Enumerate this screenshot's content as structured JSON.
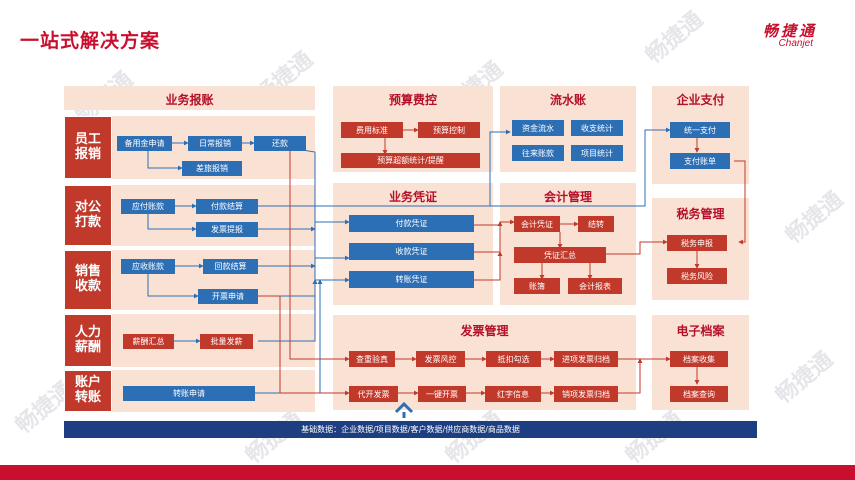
{
  "title": "一站式解决方案",
  "logo": {
    "cn": "畅捷通",
    "en": "Chanjet"
  },
  "watermark": "畅捷通",
  "lanes": [
    "员工\n报销",
    "对公\n打款",
    "销售\n收款",
    "人力\n薪酬",
    "账户\n转账"
  ],
  "panels": {
    "reimburse": "业务报账",
    "budget": "预算费控",
    "flow": "流水账",
    "pay": "企业支付",
    "voucher": "业务凭证",
    "accounting": "会计管理",
    "tax": "税务管理",
    "invoice": "发票管理",
    "archive": "电子档案"
  },
  "nodes": {
    "standby_apply": "备用金申请",
    "daily_reimb": "日常报销",
    "repay": "还款",
    "travel_reimb": "差旅报销",
    "payable": "应付账款",
    "pay_settle": "付款结算",
    "invoice_submit": "发票提报",
    "receivable": "应收账款",
    "collect_settle": "回款结算",
    "invoice_apply": "开票申请",
    "salary_summary": "薪酬汇总",
    "batch_pay": "批量发薪",
    "transfer_apply": "转账申请",
    "expense_std": "费用标准",
    "budget_ctrl": "预算控制",
    "over_budget": "预算超额统计/提醒",
    "fund_flow": "资金流水",
    "income_stat": "收支统计",
    "inter_account": "往来账款",
    "project_stat": "项目统计",
    "unified_pay": "统一支付",
    "pay_bill": "支付账单",
    "pay_voucher": "付款凭证",
    "receipt_voucher": "收款凭证",
    "transfer_voucher": "转账凭证",
    "acc_voucher": "会计凭证",
    "carry_over": "结转",
    "voucher_summary": "凭证汇总",
    "ledger": "账簿",
    "acc_report": "会计报表",
    "tax_declare": "税务申报",
    "tax_risk": "税务风险",
    "check_verify": "查重验真",
    "invoice_risk": "发票风控",
    "deduct_select": "抵扣勾选",
    "in_invoice_archive": "进项发票归档",
    "issue_invoice": "代开发票",
    "one_click_invoice": "一键开票",
    "red_invoice": "红字信息",
    "out_invoice_archive": "销项发票归档",
    "archive_collect": "档案收集",
    "archive_query": "档案查询"
  },
  "base_data": "基础数据：企业数据/项目数据/客户数据/供应商数据/商品数据"
}
